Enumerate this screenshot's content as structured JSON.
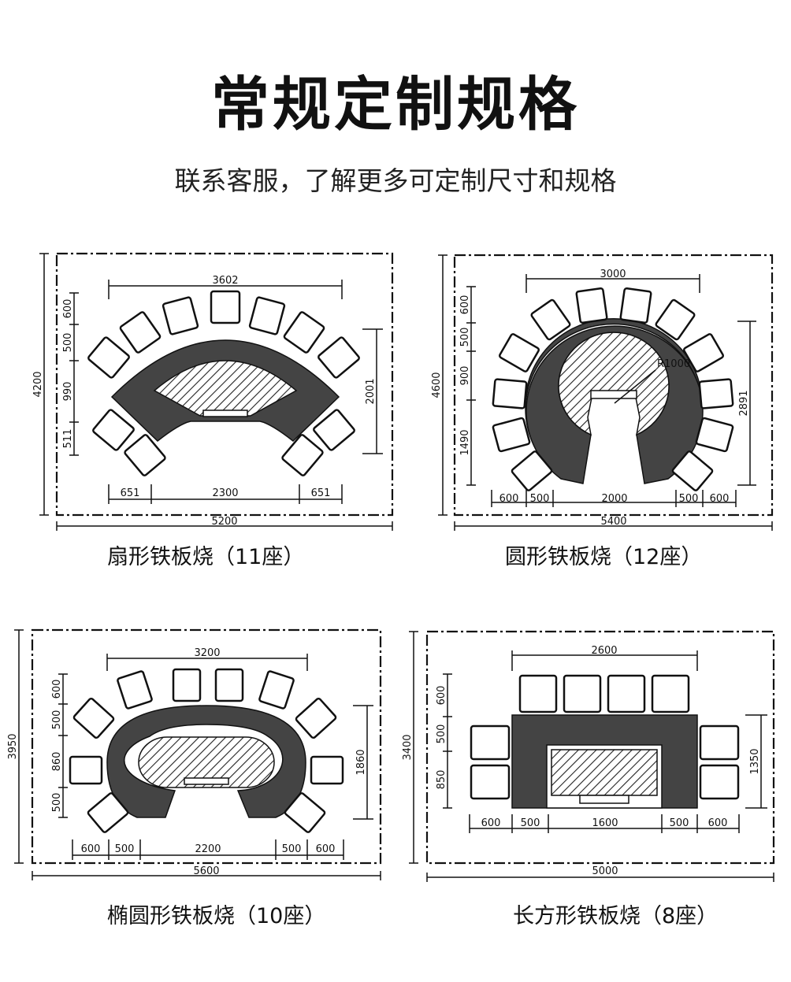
{
  "header": {
    "title": "常规定制规格",
    "subtitle": "联系客服，了解更多可定制尺寸和规格"
  },
  "panels": [
    {
      "caption": "扇形铁板烧（11座）",
      "dims": {
        "total_w": "5200",
        "total_h": "4200",
        "top": "3602",
        "right": "2001",
        "left_segments": [
          "600",
          "500",
          "990",
          "511"
        ],
        "bottom_segments": [
          "651",
          "2300",
          "651"
        ]
      }
    },
    {
      "caption": "圆形铁板烧（12座）",
      "dims": {
        "total_w": "5400",
        "total_h": "4600",
        "top": "3000",
        "right": "2891",
        "radius": "R1000",
        "left_segments": [
          "600",
          "500",
          "900",
          "1490"
        ],
        "bottom_segments": [
          "600",
          "500",
          "2000",
          "500",
          "600"
        ]
      }
    },
    {
      "caption": "椭圆形铁板烧（10座）",
      "dims": {
        "total_w": "5600",
        "total_h": "3950",
        "top": "3200",
        "right": "1860",
        "left_segments": [
          "600",
          "500",
          "860",
          "500"
        ],
        "bottom_segments": [
          "600",
          "500",
          "2200",
          "500",
          "600"
        ]
      }
    },
    {
      "caption": "长方形铁板烧（8座）",
      "dims": {
        "total_w": "5000",
        "total_h": "3400",
        "top": "2600",
        "right": "1350",
        "left_segments": [
          "600",
          "500",
          "850"
        ],
        "bottom_segments": [
          "600",
          "500",
          "1600",
          "500",
          "600"
        ]
      }
    }
  ]
}
